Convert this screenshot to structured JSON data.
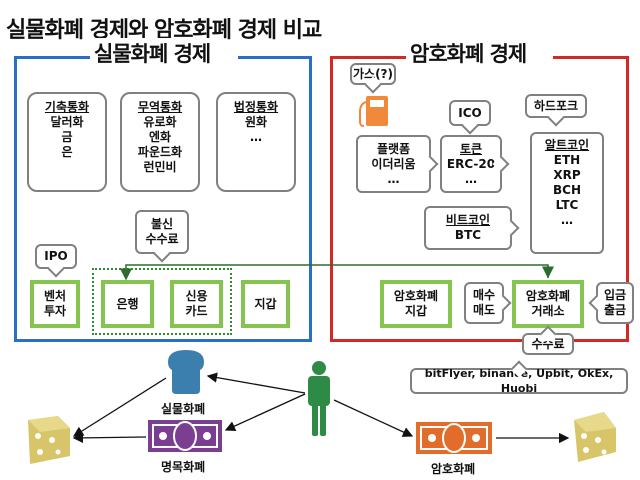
{
  "title": "실물화폐 경제와 암호화폐 경제 비교",
  "colors": {
    "physical_panel": "#2a6fc6",
    "crypto_panel": "#d12a26",
    "green_box": "#7dc044",
    "arrow_green": "#2e6b2e",
    "person": "#2e8b45",
    "bread": "#3a7fae",
    "fiat_bill": "#7b3f91",
    "crypto_bill": "#e26d2b",
    "gas_pump": "#f08a3a",
    "cheese": "#d8c56a"
  },
  "physical_economy": {
    "title": "실물화폐 경제",
    "boxes": [
      {
        "header": "기축통화",
        "items": [
          "달러화",
          "금",
          "은"
        ]
      },
      {
        "header": "무역통화",
        "items": [
          "유로화",
          "엔화",
          "파운드화",
          "런민비"
        ]
      },
      {
        "header": "법정통화",
        "items": [
          "원화",
          "…"
        ]
      }
    ],
    "bubbles": {
      "ipo": "IPO",
      "distrust_fee": [
        "불신",
        "수수료"
      ]
    },
    "green_boxes": {
      "venture": [
        "벤처",
        "투자"
      ],
      "bank": [
        "은행"
      ],
      "credit_card": [
        "신용",
        "카드"
      ],
      "wallet": [
        "지갑"
      ]
    }
  },
  "crypto_economy": {
    "title": "암호화폐 경제",
    "gas_bubble": "가스(?)",
    "ico_bubble": "ICO",
    "hardfork_bubble": "하드포크",
    "platform_box": {
      "header": "플랫폼",
      "items": [
        "이더리움",
        "…"
      ]
    },
    "token_box": {
      "header": "토큰",
      "items": [
        "ERC-20",
        "…"
      ]
    },
    "altcoin_box": {
      "header": "알트코인",
      "items": [
        "ETH",
        "XRP",
        "BCH",
        "LTC",
        "…"
      ]
    },
    "bitcoin_box": {
      "header": "비트코인",
      "items": [
        "BTC"
      ]
    },
    "green_boxes": {
      "crypto_wallet": [
        "암호화폐",
        "지갑"
      ],
      "exchange": [
        "암호화폐",
        "거래소"
      ]
    },
    "buy_sell": [
      "매수",
      "매도"
    ],
    "deposit_withdraw": [
      "입금",
      "출금"
    ],
    "fee": "수수료",
    "exchanges_list": "bitFlyer, binance, Upbit, OkEx, Huobi"
  },
  "bottom": {
    "commodity_money_label": "실물화폐",
    "fiat_money_label": "명목화폐",
    "crypto_money_label": "암호화폐"
  }
}
